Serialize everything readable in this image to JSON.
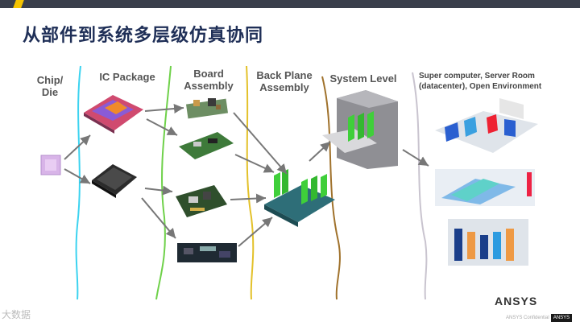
{
  "title": "从部件到系统多层级仿真协同",
  "labels": {
    "chip": "Chip/\nDie",
    "ic_package": "IC Package",
    "board": "Board\nAssembly",
    "backplane": "Back Plane\nAssembly",
    "system": "System Level",
    "super": "Super computer, Server Room\n(datacenter), Open Environment"
  },
  "footer": {
    "left": "大数据",
    "right": "ANSYS",
    "note": "ANSYS Confidential",
    "logo": "ANSYS"
  },
  "colors": {
    "header": "#3a3f4b",
    "accent": "#f5c400",
    "title": "#1f2f57",
    "divider_cyan": "#3cd3f0",
    "divider_green": "#6fd14a",
    "divider_yellow": "#e3c12a",
    "divider_brown": "#a0722c",
    "divider_gray": "#c9c4cf"
  }
}
